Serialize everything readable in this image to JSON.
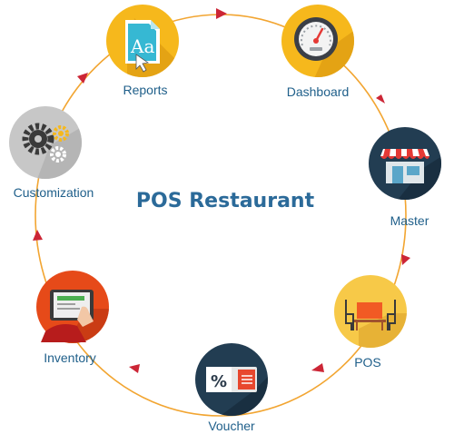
{
  "diagram": {
    "title": "POS Restaurant",
    "nodes": [
      {
        "id": "reports",
        "label": "Reports",
        "icon": "document-font-icon",
        "color": "#f6b81c"
      },
      {
        "id": "dashboard",
        "label": "Dashboard",
        "icon": "speedometer-icon",
        "color": "#f6b81c"
      },
      {
        "id": "master",
        "label": "Master",
        "icon": "storefront-icon",
        "color": "#223d52"
      },
      {
        "id": "pos",
        "label": "POS",
        "icon": "dining-table-icon",
        "color": "#f7c948"
      },
      {
        "id": "voucher",
        "label": "Voucher",
        "icon": "discount-coupon-icon",
        "color": "#223d52"
      },
      {
        "id": "inventory",
        "label": "Inventory",
        "icon": "tablet-touch-icon",
        "color": "#e64a19"
      },
      {
        "id": "customization",
        "label": "Customization",
        "icon": "gears-icon",
        "color": "#c7c7c7"
      }
    ],
    "ring_color": "#f2a531",
    "arrow_color": "#cc2636"
  }
}
